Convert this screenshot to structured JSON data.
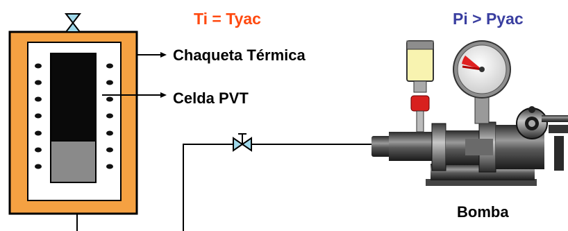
{
  "labels": {
    "jacket": "Chaqueta Térmica",
    "cell": "Celda PVT",
    "temperature_condition": "Ti = Tyac",
    "pressure_condition": "Pi > Pyac",
    "pump": "Bomba"
  },
  "colors": {
    "jacket_orange": "#f5a142",
    "temperature_text": "#ff4a10",
    "pressure_text": "#3a3fa0",
    "cell_dark": "#0a0a0a",
    "cell_liquid": "#8a8a8a",
    "gauge_needle": "#e02020"
  },
  "icons": [
    "valve-icon",
    "bolt-icon",
    "pressure-gauge-icon",
    "pump-icon",
    "oil-cup-icon"
  ]
}
